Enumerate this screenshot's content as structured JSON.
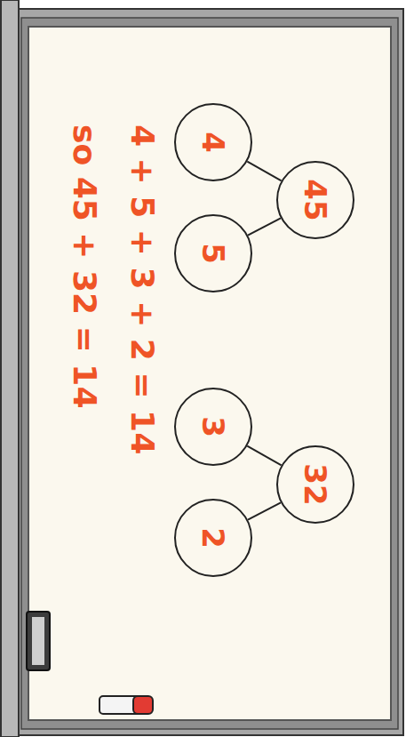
{
  "diagram": {
    "nodes": [
      {
        "text": [
          "45"
        ]
      },
      {
        "text": [
          "4"
        ]
      },
      {
        "text": [
          "5"
        ]
      },
      {
        "text": [
          "32"
        ]
      },
      {
        "text": [
          "3"
        ]
      },
      {
        "text": [
          "2"
        ]
      }
    ],
    "edges": [
      {
        "from": 0,
        "to": 1,
        "arrow": "none"
      },
      {
        "from": 0,
        "to": 2,
        "arrow": "none"
      },
      {
        "from": 3,
        "to": 4,
        "arrow": "none"
      },
      {
        "from": 3,
        "to": 5,
        "arrow": "none"
      }
    ],
    "labels": [
      "4 + 5 + 3 + 2 = 14",
      "so 45 + 32 = 14"
    ]
  }
}
